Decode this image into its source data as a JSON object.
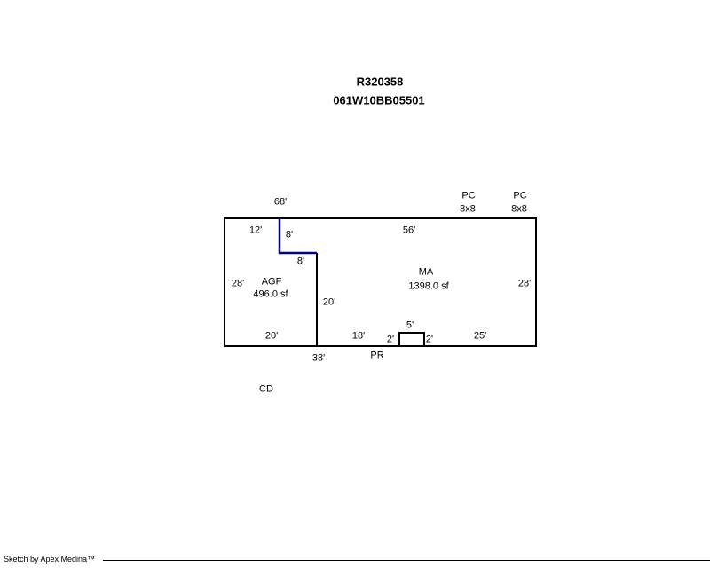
{
  "header": {
    "record_id": "R320358",
    "parcel_id": "061W10BB05501"
  },
  "sketch": {
    "colors": {
      "outline": "#000000",
      "highlight": "#00008B"
    },
    "areas": {
      "ma": {
        "code": "MA",
        "size": "1398.0 sf"
      },
      "agf": {
        "code": "AGF",
        "size": "496.0 sf"
      }
    },
    "dims": {
      "top_total": "68'",
      "top_left": "12'",
      "top_right": "56'",
      "agf_notch_vertical": "8'",
      "agf_notch_horizontal": "8'",
      "left_side": "28'",
      "right_side": "28'",
      "divider": "20'",
      "agf_bottom": "20'",
      "ma_bottom_left": "18'",
      "porch_left": "2'",
      "porch_top": "5'",
      "porch_right": "2'",
      "bottom_right": "25'",
      "bottom_left_total": "38'"
    },
    "annotations": {
      "pc1_label": "PC",
      "pc1_size": "8x8",
      "pc2_label": "PC",
      "pc2_size": "8x8",
      "porch_code": "PR",
      "cd_code": "CD"
    }
  },
  "footer": {
    "credit": "Sketch by Apex Medina™"
  }
}
